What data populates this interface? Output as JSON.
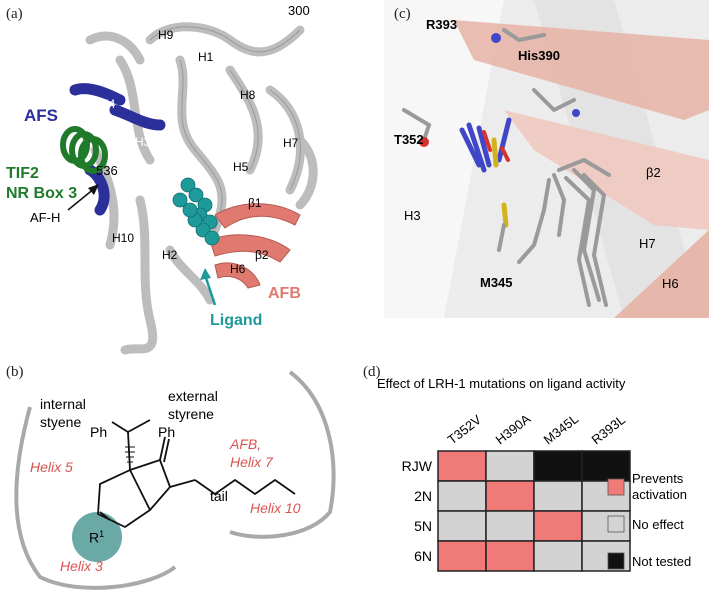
{
  "panels": {
    "a": {
      "label": "(a)",
      "helices": [
        "H9",
        "H1",
        "H8",
        "H4",
        "H3",
        "H7",
        "H5",
        "H10",
        "H2",
        "H6"
      ],
      "residue_300": "300",
      "residue_536": "536",
      "afs": "AFS",
      "tif2_line1": "TIF2",
      "tif2_line2": "NR Box 3",
      "afh": "AF-H",
      "beta1": "β1",
      "beta2": "β2",
      "afb": "AFB",
      "ligand": "Ligand",
      "colors": {
        "afs": "#2b2f9a",
        "tif2": "#1f7a2a",
        "afb": "#e07a70",
        "ligand": "#1f9a9a",
        "protein": "#c8c8c8"
      }
    },
    "b": {
      "label": "(b)",
      "internal": "internal",
      "styene_internal": "styene",
      "external": "external",
      "styrene_external": "styrene",
      "ph1": "Ph",
      "ph2": "Ph",
      "tail": "tail",
      "r1": "R",
      "r1_sup": "1",
      "helix5": "Helix 5",
      "helix3": "Helix 3",
      "helix10": "Helix 10",
      "afb_line1": "AFB,",
      "afb_line2": "Helix 7",
      "colors": {
        "helix_text": "#d9534f",
        "r_circle": "#6aa9a6"
      }
    },
    "c": {
      "label": "(c)",
      "residues": [
        "R393",
        "His390",
        "T352",
        "M345"
      ],
      "helix_labels": [
        "H3",
        "H7",
        "H6",
        "β2"
      ]
    },
    "d": {
      "label": "(d)",
      "title": "Effect of LRH-1 mutations on ligand activity",
      "columns": [
        "T352V",
        "H390A",
        "M345L",
        "R393L"
      ],
      "rows": [
        "RJW",
        "2N",
        "5N",
        "6N"
      ],
      "matrix": [
        [
          "prevents",
          "no_effect",
          "not_tested",
          "not_tested"
        ],
        [
          "no_effect",
          "prevents",
          "no_effect",
          "no_effect"
        ],
        [
          "no_effect",
          "no_effect",
          "prevents",
          "no_effect"
        ],
        [
          "prevents",
          "prevents",
          "no_effect",
          "no_effect"
        ]
      ],
      "legend": [
        {
          "key": "prevents",
          "line1": "Prevents",
          "line2": "activation",
          "color": "#f07a78"
        },
        {
          "key": "no_effect",
          "line1": "No effect",
          "line2": "",
          "color": "#d3d3d3"
        },
        {
          "key": "not_tested",
          "line1": "Not tested",
          "line2": "",
          "color": "#111111"
        }
      ]
    }
  }
}
